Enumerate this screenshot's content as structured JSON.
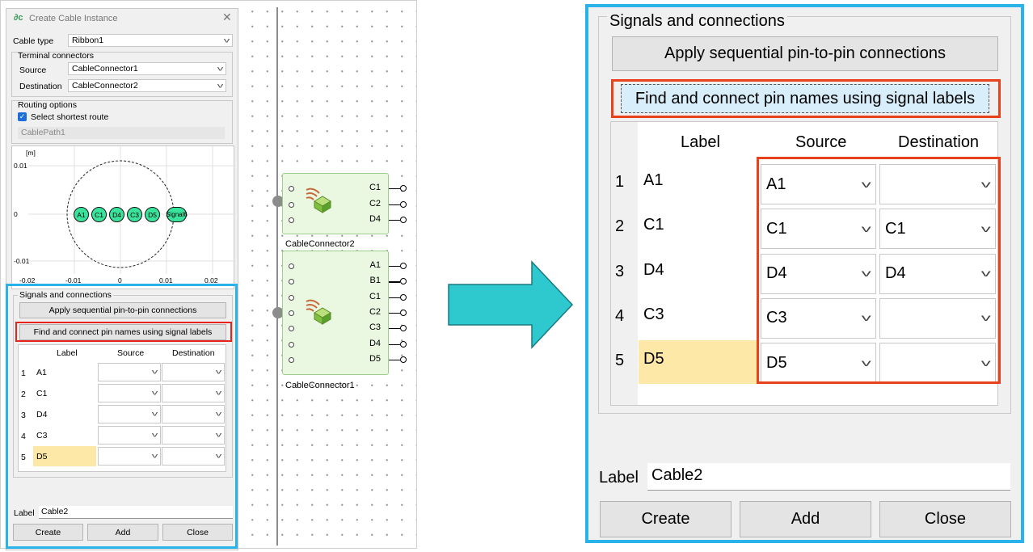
{
  "dialog": {
    "title": "Create Cable Instance",
    "cable_type_label": "Cable type",
    "cable_type_value": "Ribbon1",
    "terminal_group": "Terminal connectors",
    "source_label": "Source",
    "source_value": "CableConnector1",
    "destination_label": "Destination",
    "destination_value": "CableConnector2",
    "routing_group": "Routing options",
    "shortest_route_label": "Select shortest route",
    "shortest_route_checked": true,
    "path_value": "CablePath1",
    "plot": {
      "unit": "[m]",
      "y_ticks": [
        "0.01",
        "0",
        "-0.01"
      ],
      "x_ticks": [
        "-0.02",
        "-0.01",
        "0",
        "0.01",
        "0.02"
      ],
      "nodes": [
        "A1",
        "C1",
        "D4",
        "C3",
        "D5",
        "Signal6"
      ]
    },
    "signals_group": "Signals and connections",
    "apply_button": "Apply sequential pin-to-pin connections",
    "find_button": "Find and connect pin names using signal labels",
    "table": {
      "headers": [
        "Label",
        "Source",
        "Destination"
      ],
      "rows": [
        {
          "num": "1",
          "label": "A1",
          "source": "",
          "destination": ""
        },
        {
          "num": "2",
          "label": "C1",
          "source": "",
          "destination": ""
        },
        {
          "num": "3",
          "label": "D4",
          "source": "",
          "destination": ""
        },
        {
          "num": "4",
          "label": "C3",
          "source": "",
          "destination": ""
        },
        {
          "num": "5",
          "label": "D5",
          "source": "",
          "destination": ""
        }
      ]
    },
    "label_field_label": "Label",
    "label_field_value": "Cable2",
    "create_button": "Create",
    "add_button": "Add",
    "close_button": "Close"
  },
  "canvas": {
    "connector2": {
      "name": "CableConnector2",
      "pins": [
        "C1",
        "C2",
        "D4"
      ]
    },
    "connector1": {
      "name": "CableConnector1",
      "pins": [
        "A1",
        "B1",
        "C1",
        "C2",
        "C3",
        "D4",
        "D5"
      ]
    }
  },
  "zoom": {
    "signals_group": "Signals and connections",
    "apply_button": "Apply sequential pin-to-pin connections",
    "find_button": "Find and connect pin names using signal labels",
    "table": {
      "headers": [
        "Label",
        "Source",
        "Destination"
      ],
      "rows": [
        {
          "num": "1",
          "label": "A1",
          "source": "A1",
          "destination": ""
        },
        {
          "num": "2",
          "label": "C1",
          "source": "C1",
          "destination": "C1"
        },
        {
          "num": "3",
          "label": "D4",
          "source": "D4",
          "destination": "D4"
        },
        {
          "num": "4",
          "label": "C3",
          "source": "C3",
          "destination": ""
        },
        {
          "num": "5",
          "label": "D5",
          "source": "D5",
          "destination": ""
        }
      ]
    },
    "label_field_label": "Label",
    "label_field_value": "Cable2",
    "create_button": "Create",
    "add_button": "Add",
    "close_button": "Close"
  },
  "colors": {
    "highlight_blue": "#2ab2ea",
    "highlight_red": "#e8421c",
    "arrow_teal": "#2ec8cf",
    "node_green": "#3ae39c",
    "selected_cell": "#fde8a8"
  }
}
